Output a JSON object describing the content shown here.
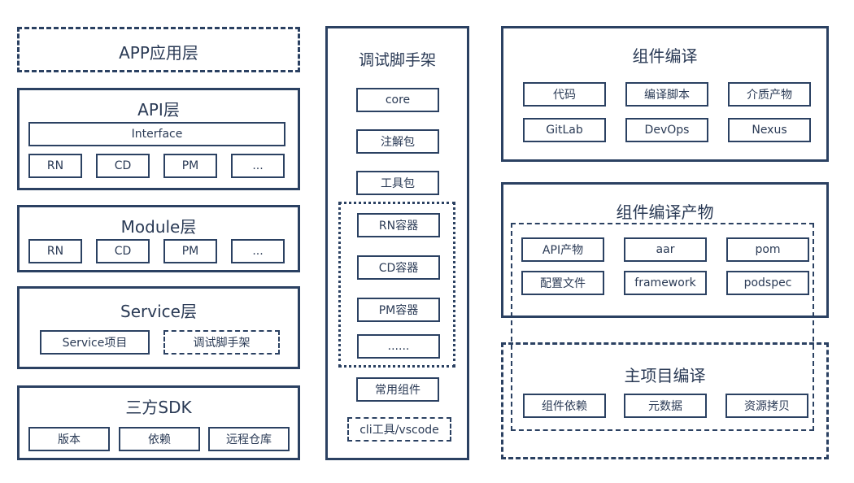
{
  "left": {
    "app_layer": {
      "title": "APP应用层"
    },
    "api_layer": {
      "title": "API层",
      "interface": "Interface",
      "items": [
        "RN",
        "CD",
        "PM",
        "..."
      ]
    },
    "module_layer": {
      "title": "Module层",
      "items": [
        "RN",
        "CD",
        "PM",
        "..."
      ]
    },
    "service_layer": {
      "title": "Service层",
      "items": [
        "Service项目",
        "调试脚手架"
      ]
    },
    "sdk_layer": {
      "title": "三方SDK",
      "items": [
        "版本",
        "依赖",
        "远程仓库"
      ]
    }
  },
  "middle": {
    "title": "调试脚手架",
    "items": [
      "core",
      "注解包",
      "工具包"
    ],
    "containers": [
      "RN容器",
      "CD容器",
      "PM容器",
      "......"
    ],
    "common": "常用组件",
    "cli": "cli工具/vscode"
  },
  "right": {
    "compile": {
      "title": "组件编译",
      "items": [
        "代码",
        "编译脚本",
        "介质产物",
        "GitLab",
        "DevOps",
        "Nexus"
      ]
    },
    "artifacts": {
      "title": "组件编译产物",
      "items": [
        "API产物",
        "aar",
        "pom",
        "配置文件",
        "framework",
        "podspec"
      ]
    },
    "main_compile": {
      "title": "主项目编译",
      "items": [
        "组件依赖",
        "元数据",
        "资源拷贝"
      ]
    }
  },
  "colors": {
    "stroke": "#2b4162",
    "text": "#2a3a55",
    "background": "#ffffff"
  }
}
